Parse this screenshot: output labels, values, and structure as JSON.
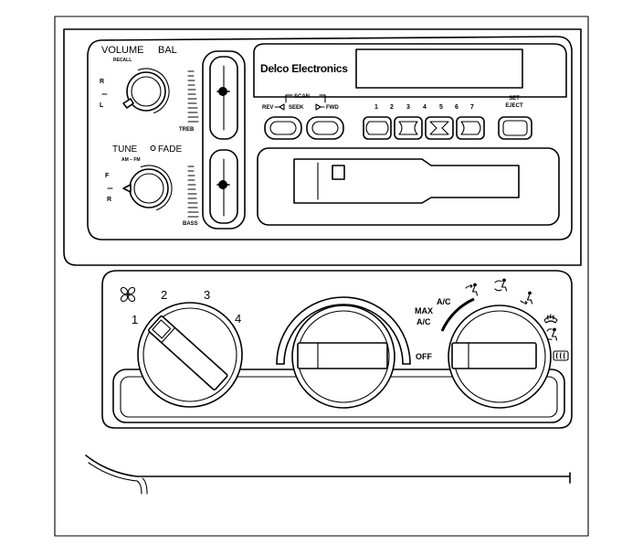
{
  "radio": {
    "brand": "Delco Electronics",
    "volume_label": "VOLUME",
    "bal_label": "BAL",
    "recall_label": "RECALL",
    "bal_right": "R",
    "bal_left": "L",
    "treble_label": "TREB",
    "tune_label": "TUNE",
    "fade_label": "FADE",
    "band_label": "AM – FM",
    "fade_front": "F",
    "fade_rear": "R",
    "bass_label": "BASS",
    "scan_label": "SCAN",
    "rev_label": "REV",
    "seek_label": "SEEK",
    "fwd_label": "FWD",
    "presets": [
      "1",
      "2",
      "3",
      "4",
      "5",
      "6",
      "7"
    ],
    "set_label": "SET",
    "eject_label": "EJECT"
  },
  "climate": {
    "fan_speeds": [
      "1",
      "2",
      "3",
      "4"
    ],
    "ac_label": "A/C",
    "max_label": "MAX",
    "max_ac_label": "A/C",
    "off_label": "OFF"
  },
  "icons": {
    "fan": "fan-icon",
    "mode": [
      "vent-icon",
      "bi-level-icon",
      "floor-icon",
      "defrost-icon",
      "floor-defrost-icon",
      "rear-defrost-icon"
    ]
  }
}
